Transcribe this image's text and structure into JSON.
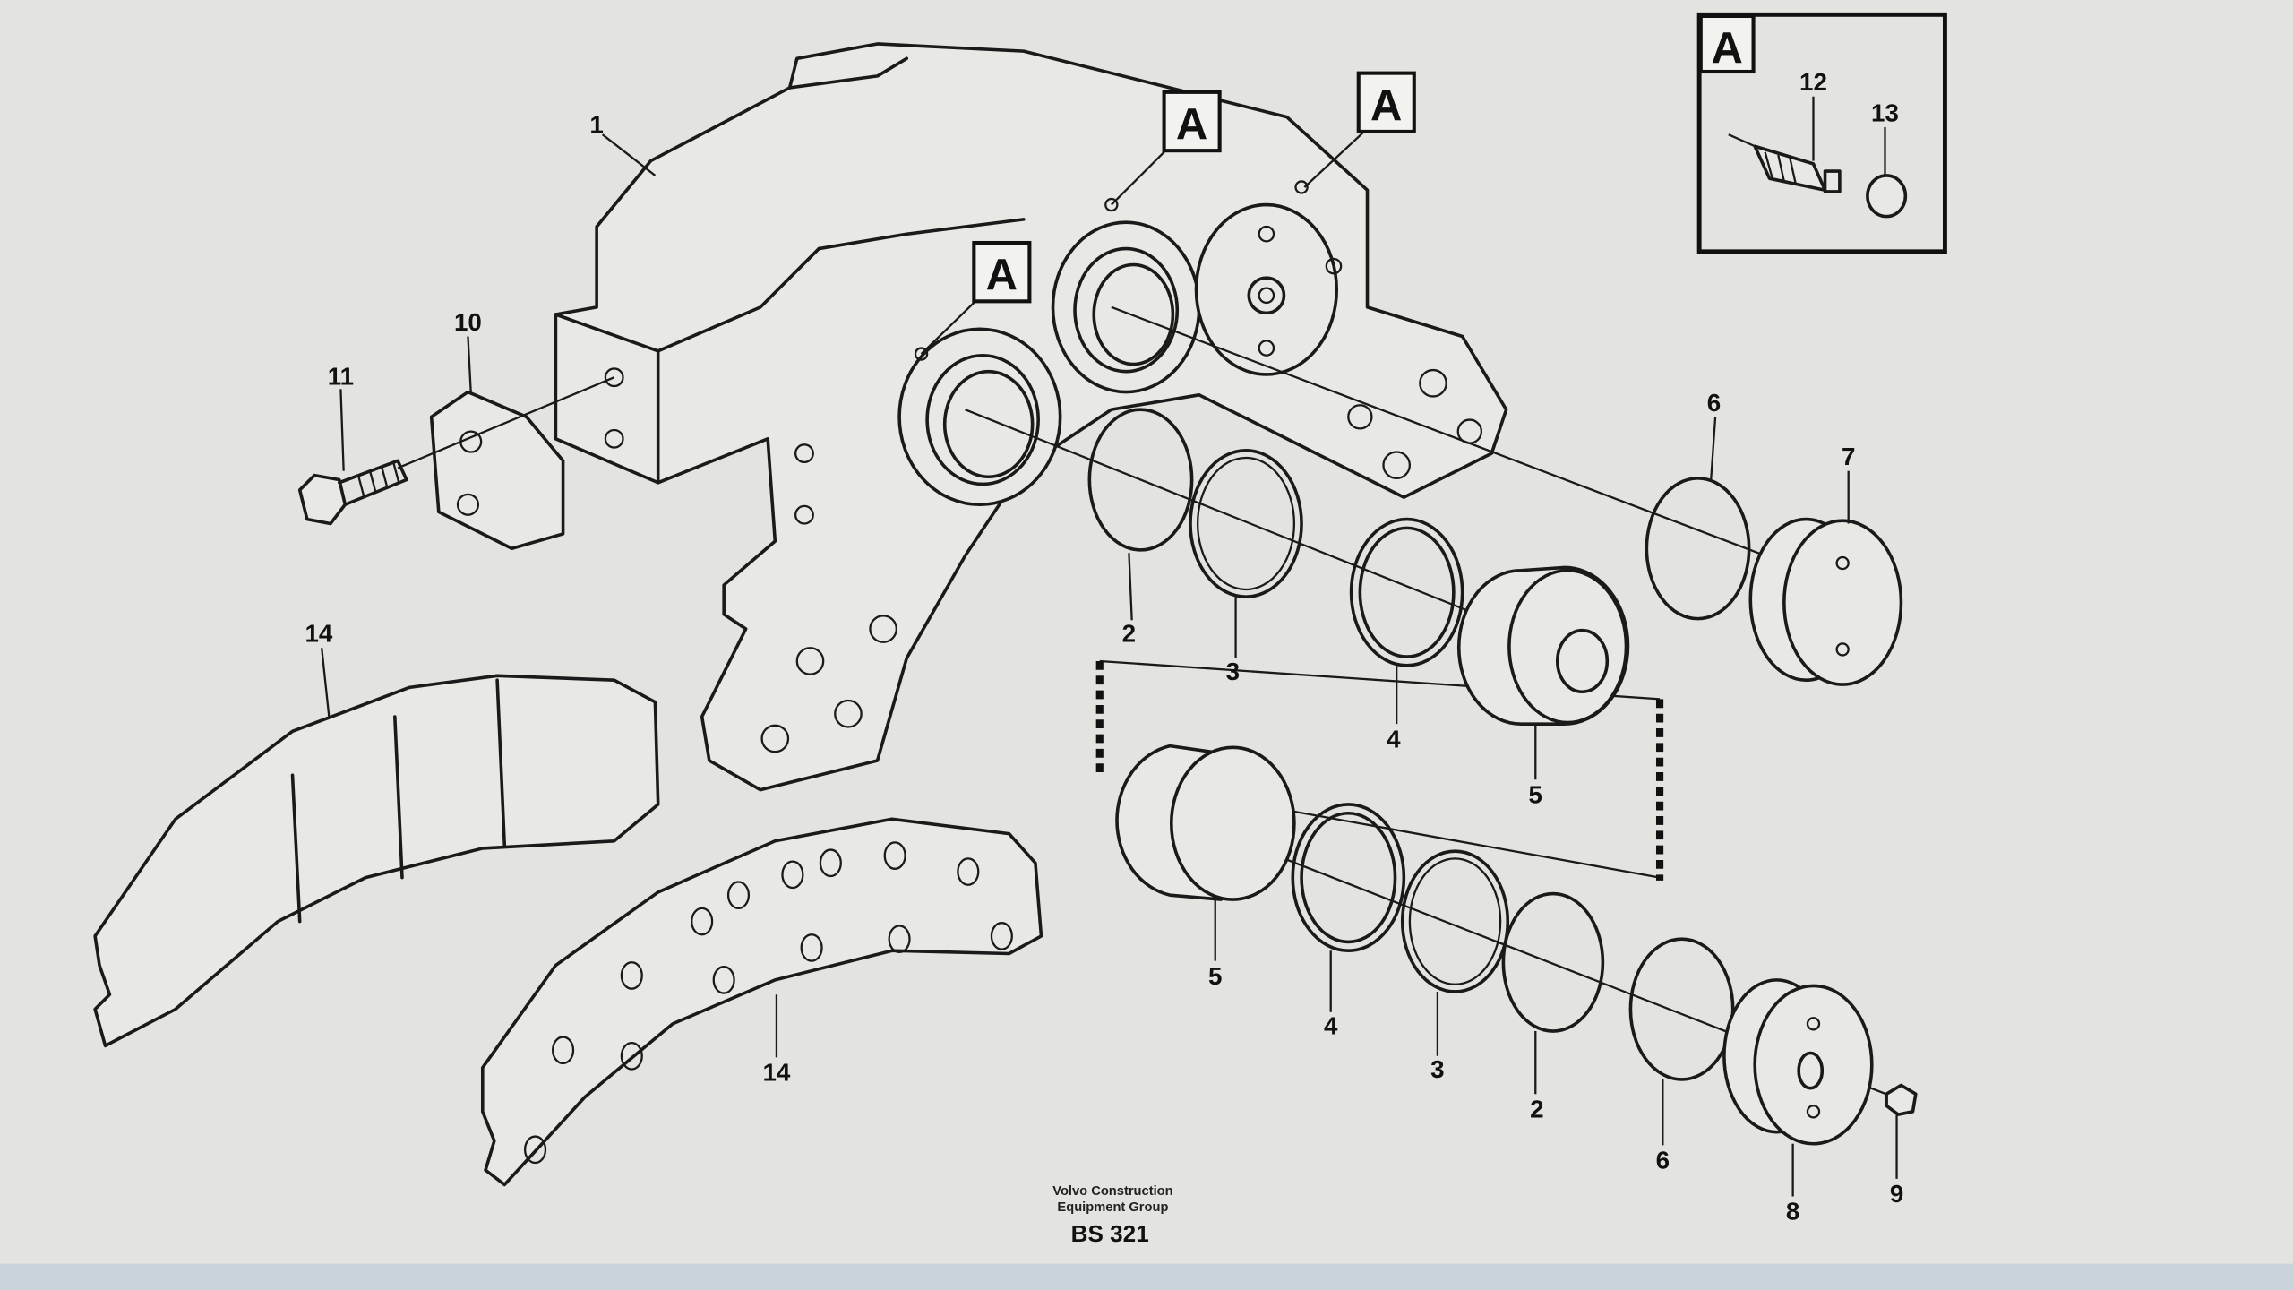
{
  "diagram": {
    "title": "Brake caliper exploded view",
    "callouts": {
      "c1": "1",
      "c2a": "2",
      "c2b": "2",
      "c3a": "3",
      "c3b": "3",
      "c4a": "4",
      "c4b": "4",
      "c5a": "5",
      "c5b": "5",
      "c6a": "6",
      "c6b": "6",
      "c7": "7",
      "c8": "8",
      "c9": "9",
      "c10": "10",
      "c11": "11",
      "c12": "12",
      "c13": "13",
      "c14a": "14",
      "c14b": "14"
    },
    "detail_markers": [
      "A",
      "A",
      "A"
    ],
    "inset": {
      "label": "A"
    },
    "credit_line1": "Volvo Construction",
    "credit_line2": "Equipment Group",
    "drawing_code": "BS 321"
  },
  "colors": {
    "background": "#e3e4e0",
    "line": "#1a1a1a",
    "bottom_strip": "#c9d3dc"
  }
}
